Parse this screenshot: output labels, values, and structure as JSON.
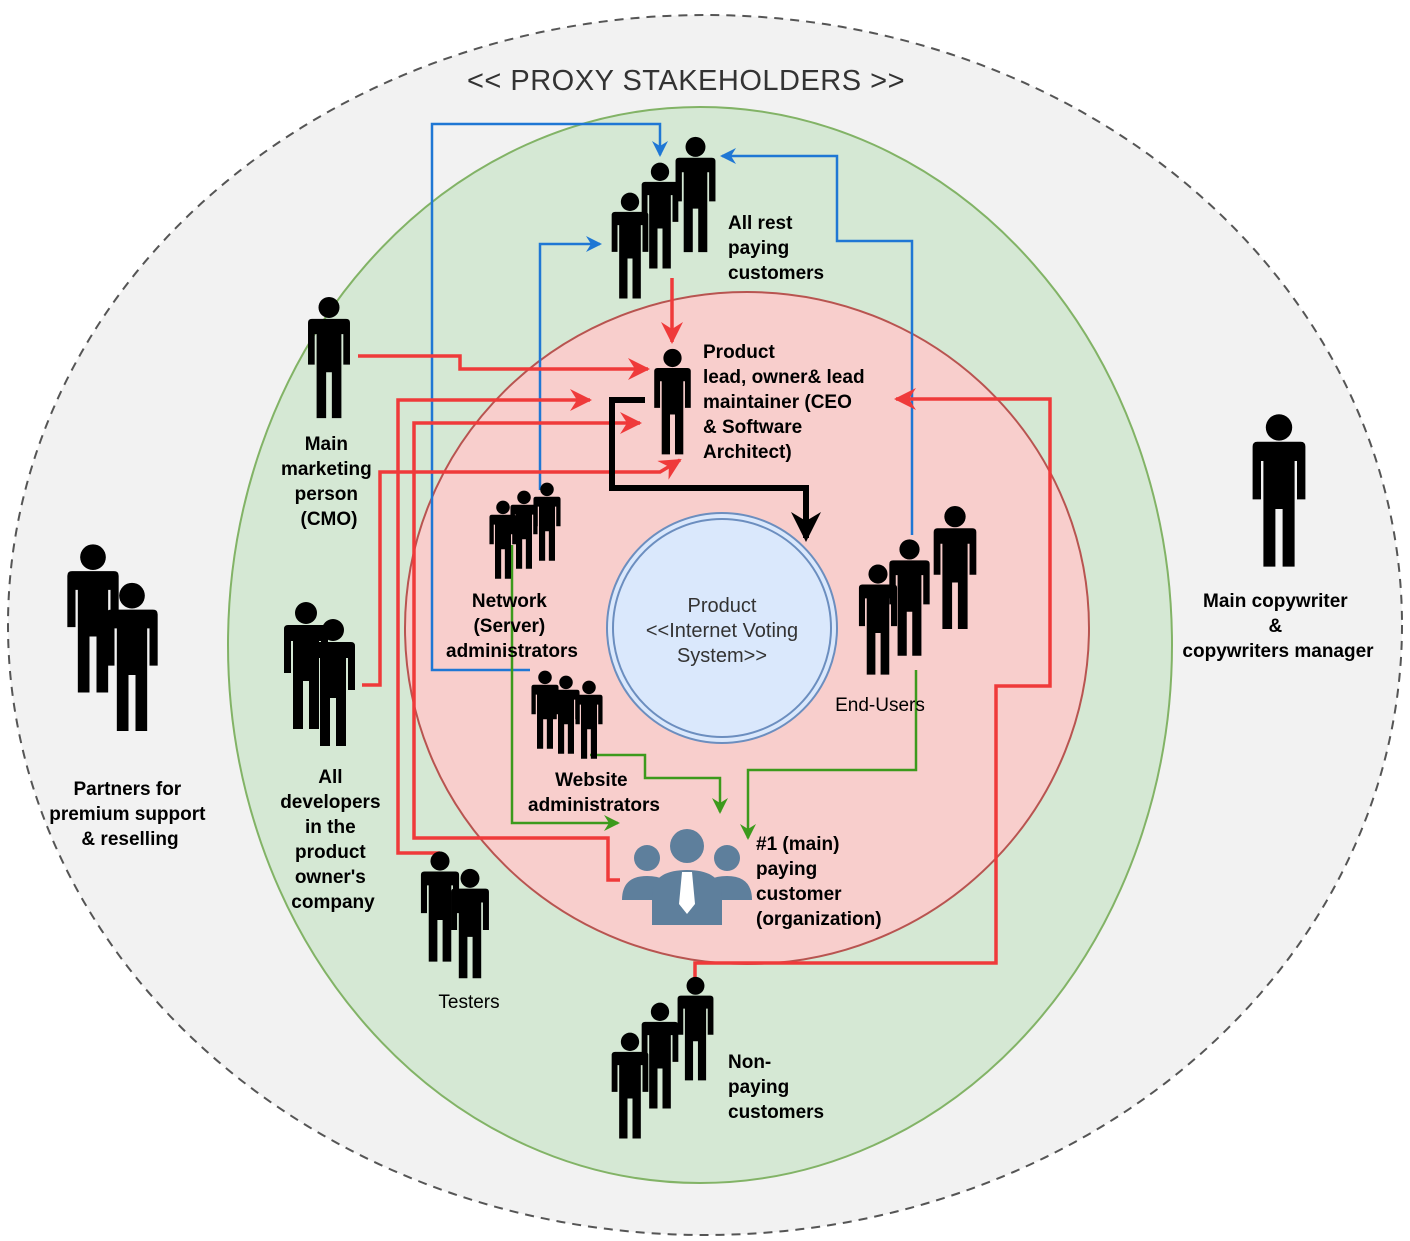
{
  "title": "<< PROXY STAKEHOLDERS >>",
  "product": {
    "line1": "Product",
    "line2": "<<Internet Voting",
    "line3": "System>>"
  },
  "labels": {
    "all_rest": [
      "All rest",
      "paying",
      "customers"
    ],
    "product_lead": [
      "Product",
      "lead, owner& lead",
      "maintainer (CEO",
      "& Software",
      "Architect)"
    ],
    "cmo": [
      "Main",
      "marketing",
      "person",
      "(CMO)"
    ],
    "network": [
      "Network",
      "(Server)",
      "administrators"
    ],
    "end_users": [
      "End-Users"
    ],
    "website": [
      "Website",
      "administrators"
    ],
    "main_customer": [
      "#1 (main)",
      "paying",
      "customer",
      "(organization)"
    ],
    "developers": [
      "All",
      "developers",
      "in the",
      "product",
      "owner's",
      "company"
    ],
    "testers": [
      "Testers"
    ],
    "non_paying": [
      "Non-",
      "paying",
      "customers"
    ],
    "partners": [
      "Partners for",
      "premium support",
      "& reselling"
    ],
    "copywriter": [
      "Main copywriter",
      "&",
      "copywriters manager"
    ]
  },
  "colors": {
    "outer_ring": "#f2f2f2",
    "green_ring": "#d5e8d4",
    "green_stroke": "#82b366",
    "red_ring": "#f8cecc",
    "red_stroke": "#b85450",
    "product_fill": "#dae8fc",
    "product_stroke": "#6c8ebf",
    "arrow_red": "#ef3a3a",
    "arrow_blue": "#1f77d4",
    "arrow_green": "#3c9a1c",
    "arrow_black": "#000000",
    "group_icon": "#5e7f9c"
  }
}
